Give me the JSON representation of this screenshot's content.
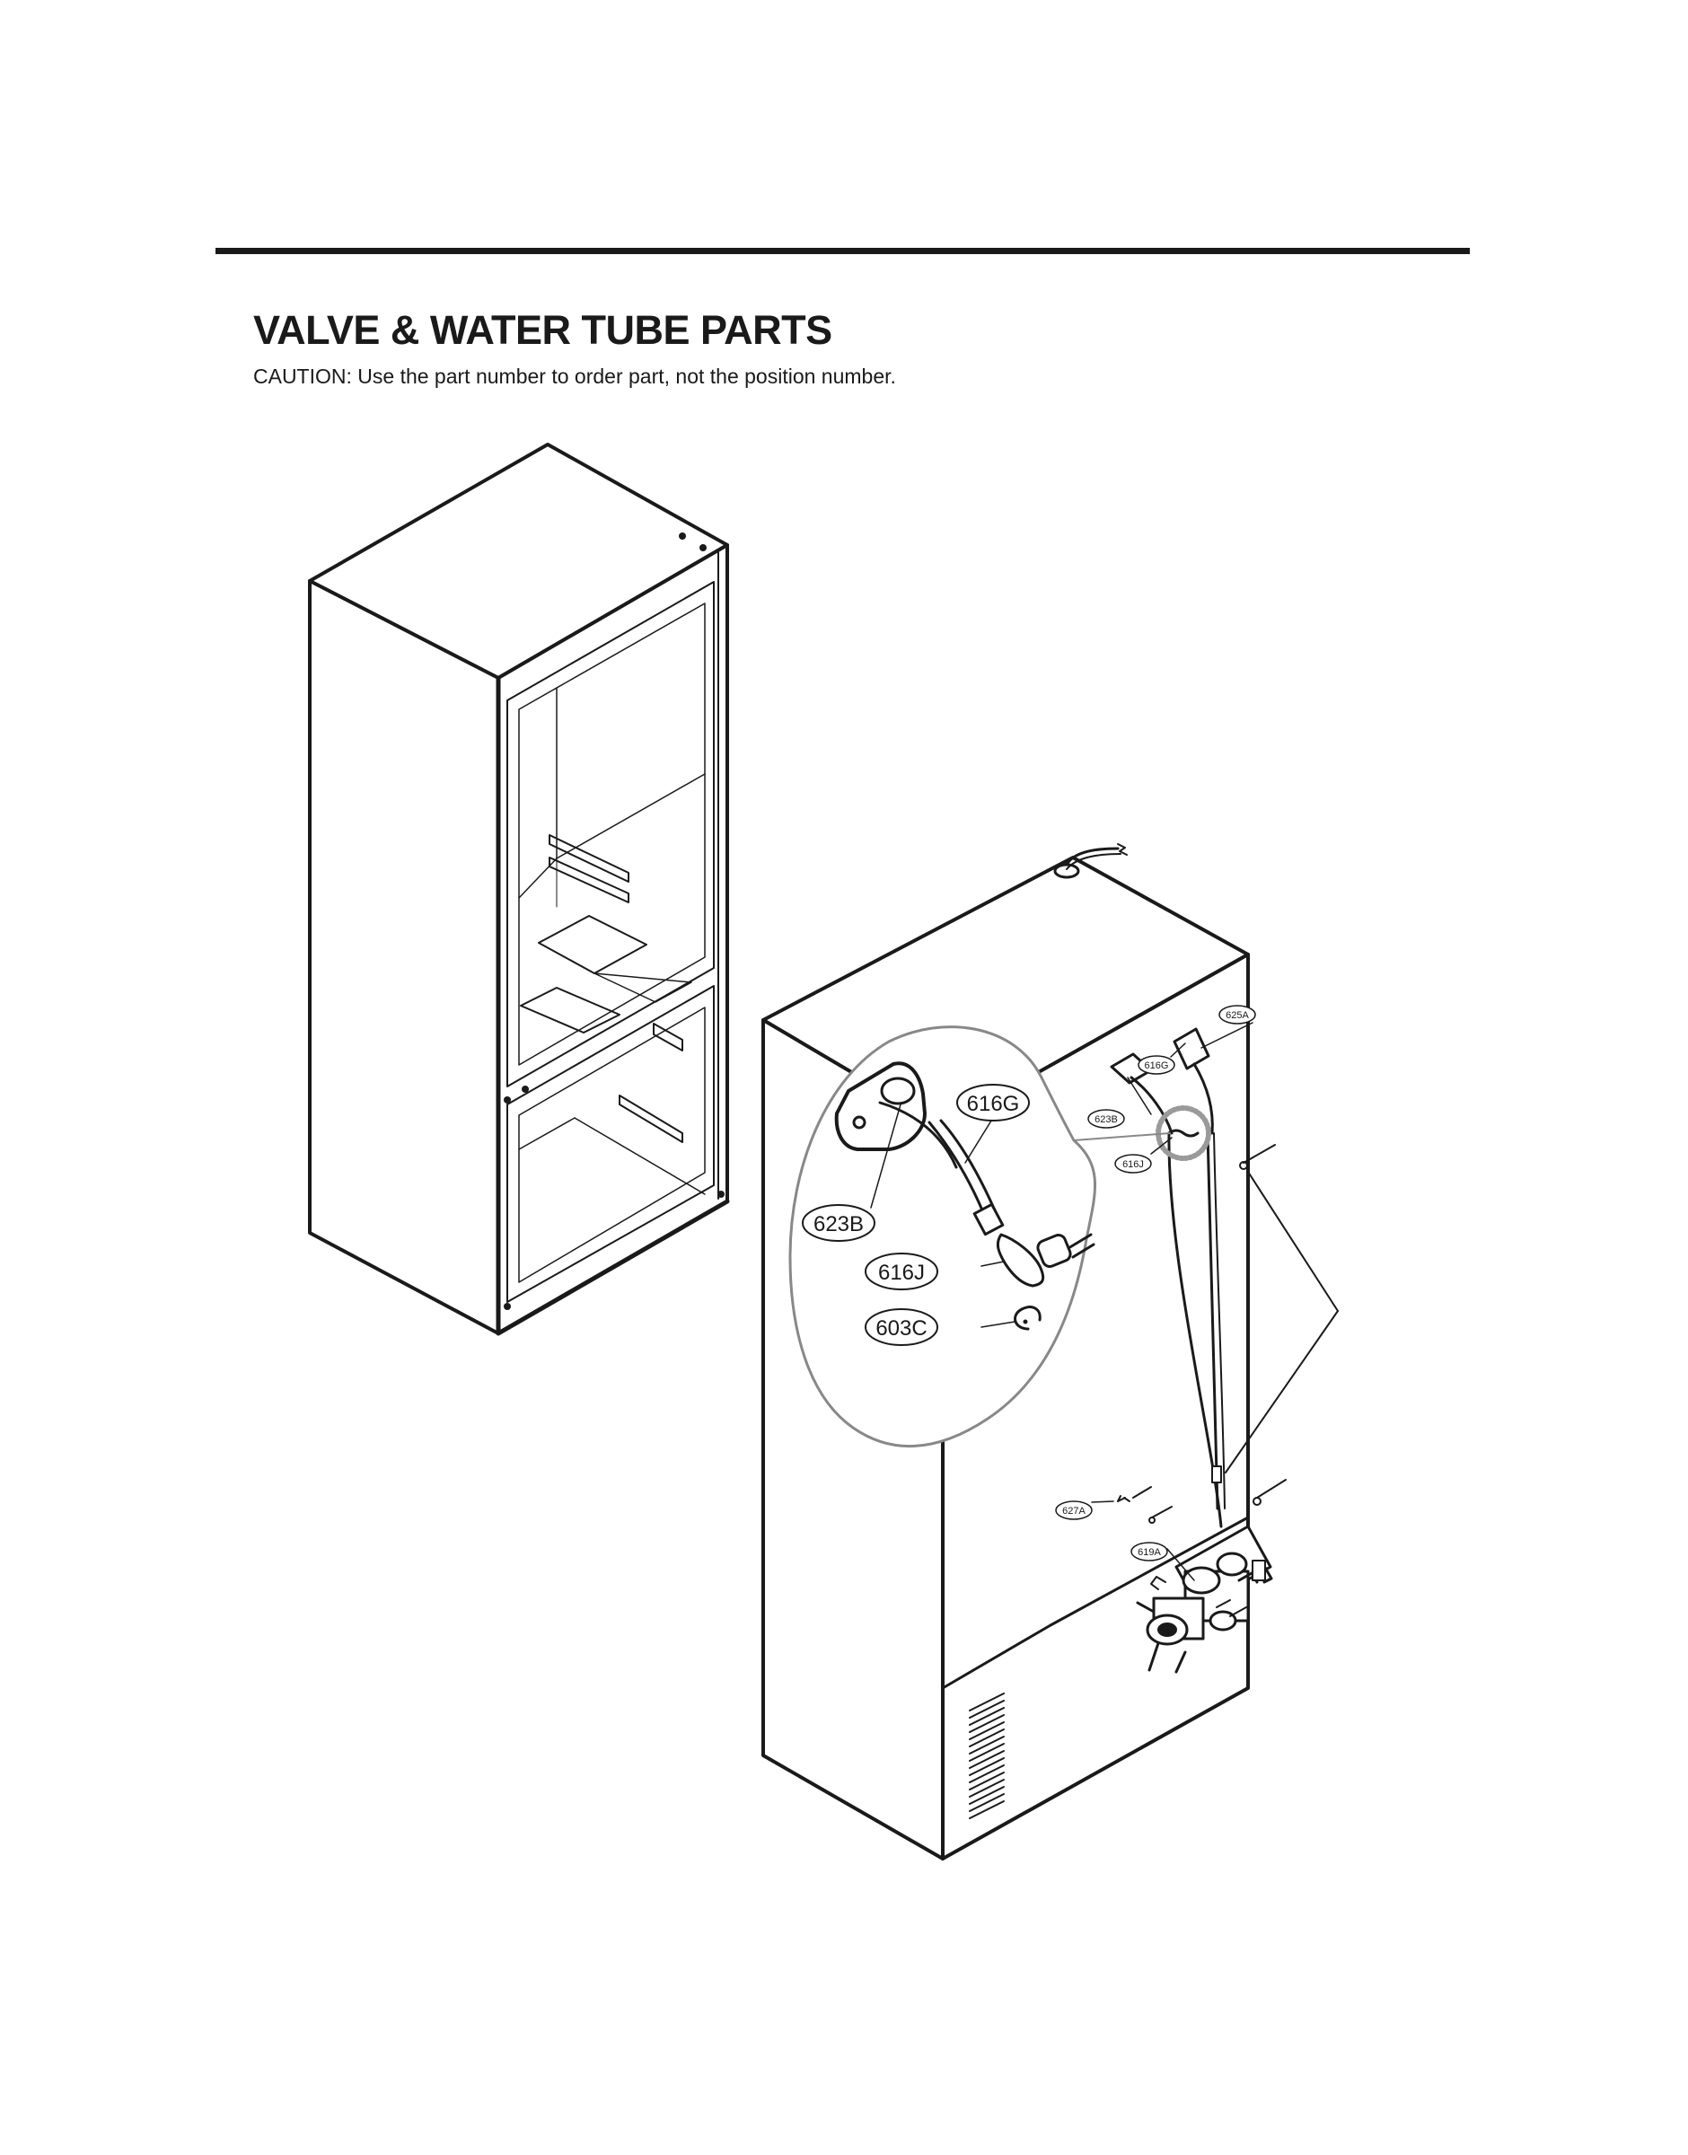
{
  "header": {
    "title": "VALVE & WATER TUBE PARTS",
    "caution": "CAUTION: Use the part number to order part, not the position number."
  },
  "callouts": {
    "c625A": "625A",
    "c616G_small": "616G",
    "c623B_small": "623B",
    "c616J_small": "616J",
    "c627A": "627A",
    "c619A": "619A",
    "c616G_big": "616G",
    "c623B_big": "623B",
    "c616J_big": "616J",
    "c603C_big": "603C"
  }
}
